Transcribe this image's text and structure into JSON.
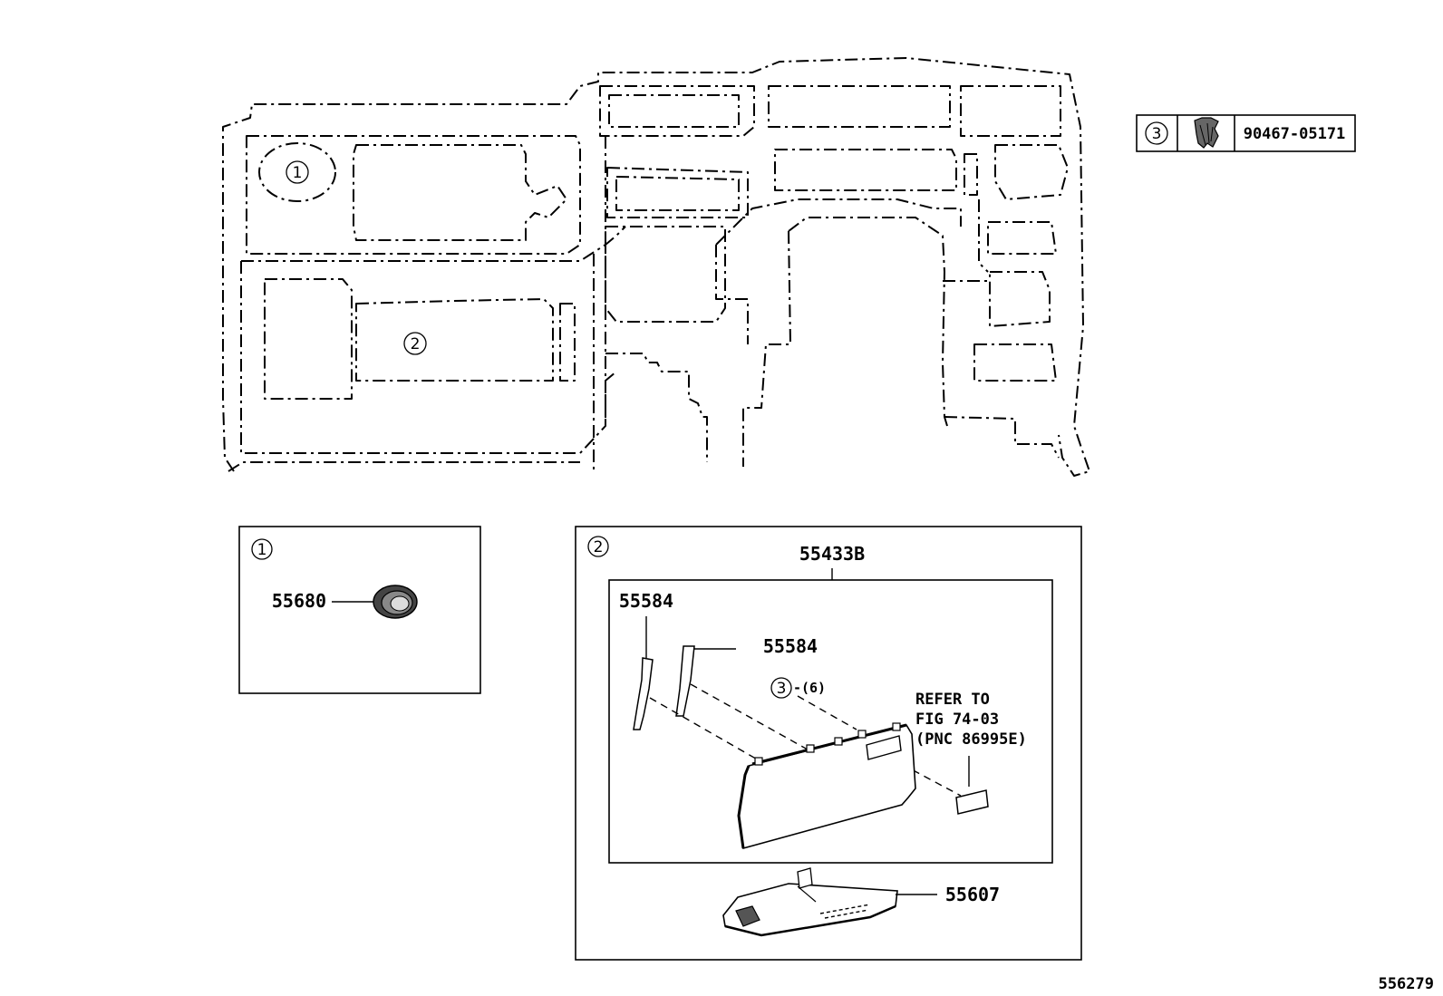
{
  "callouts": {
    "one": "1",
    "two": "2",
    "three": "3"
  },
  "legend": {
    "ref": "3",
    "part_number": "90467-05171"
  },
  "panel_one": {
    "ref": "1",
    "part": "55680"
  },
  "panel_two": {
    "ref": "2",
    "assembly": "55433B",
    "part_a": "55584",
    "part_b": "55584",
    "clip_ref": "3",
    "clip_qty": "-(6)",
    "note_line1": "REFER TO",
    "note_line2": "FIG 74-03",
    "note_line3": "(PNC 86995E)",
    "part_bottom": "55607"
  },
  "figure_id": "556279"
}
